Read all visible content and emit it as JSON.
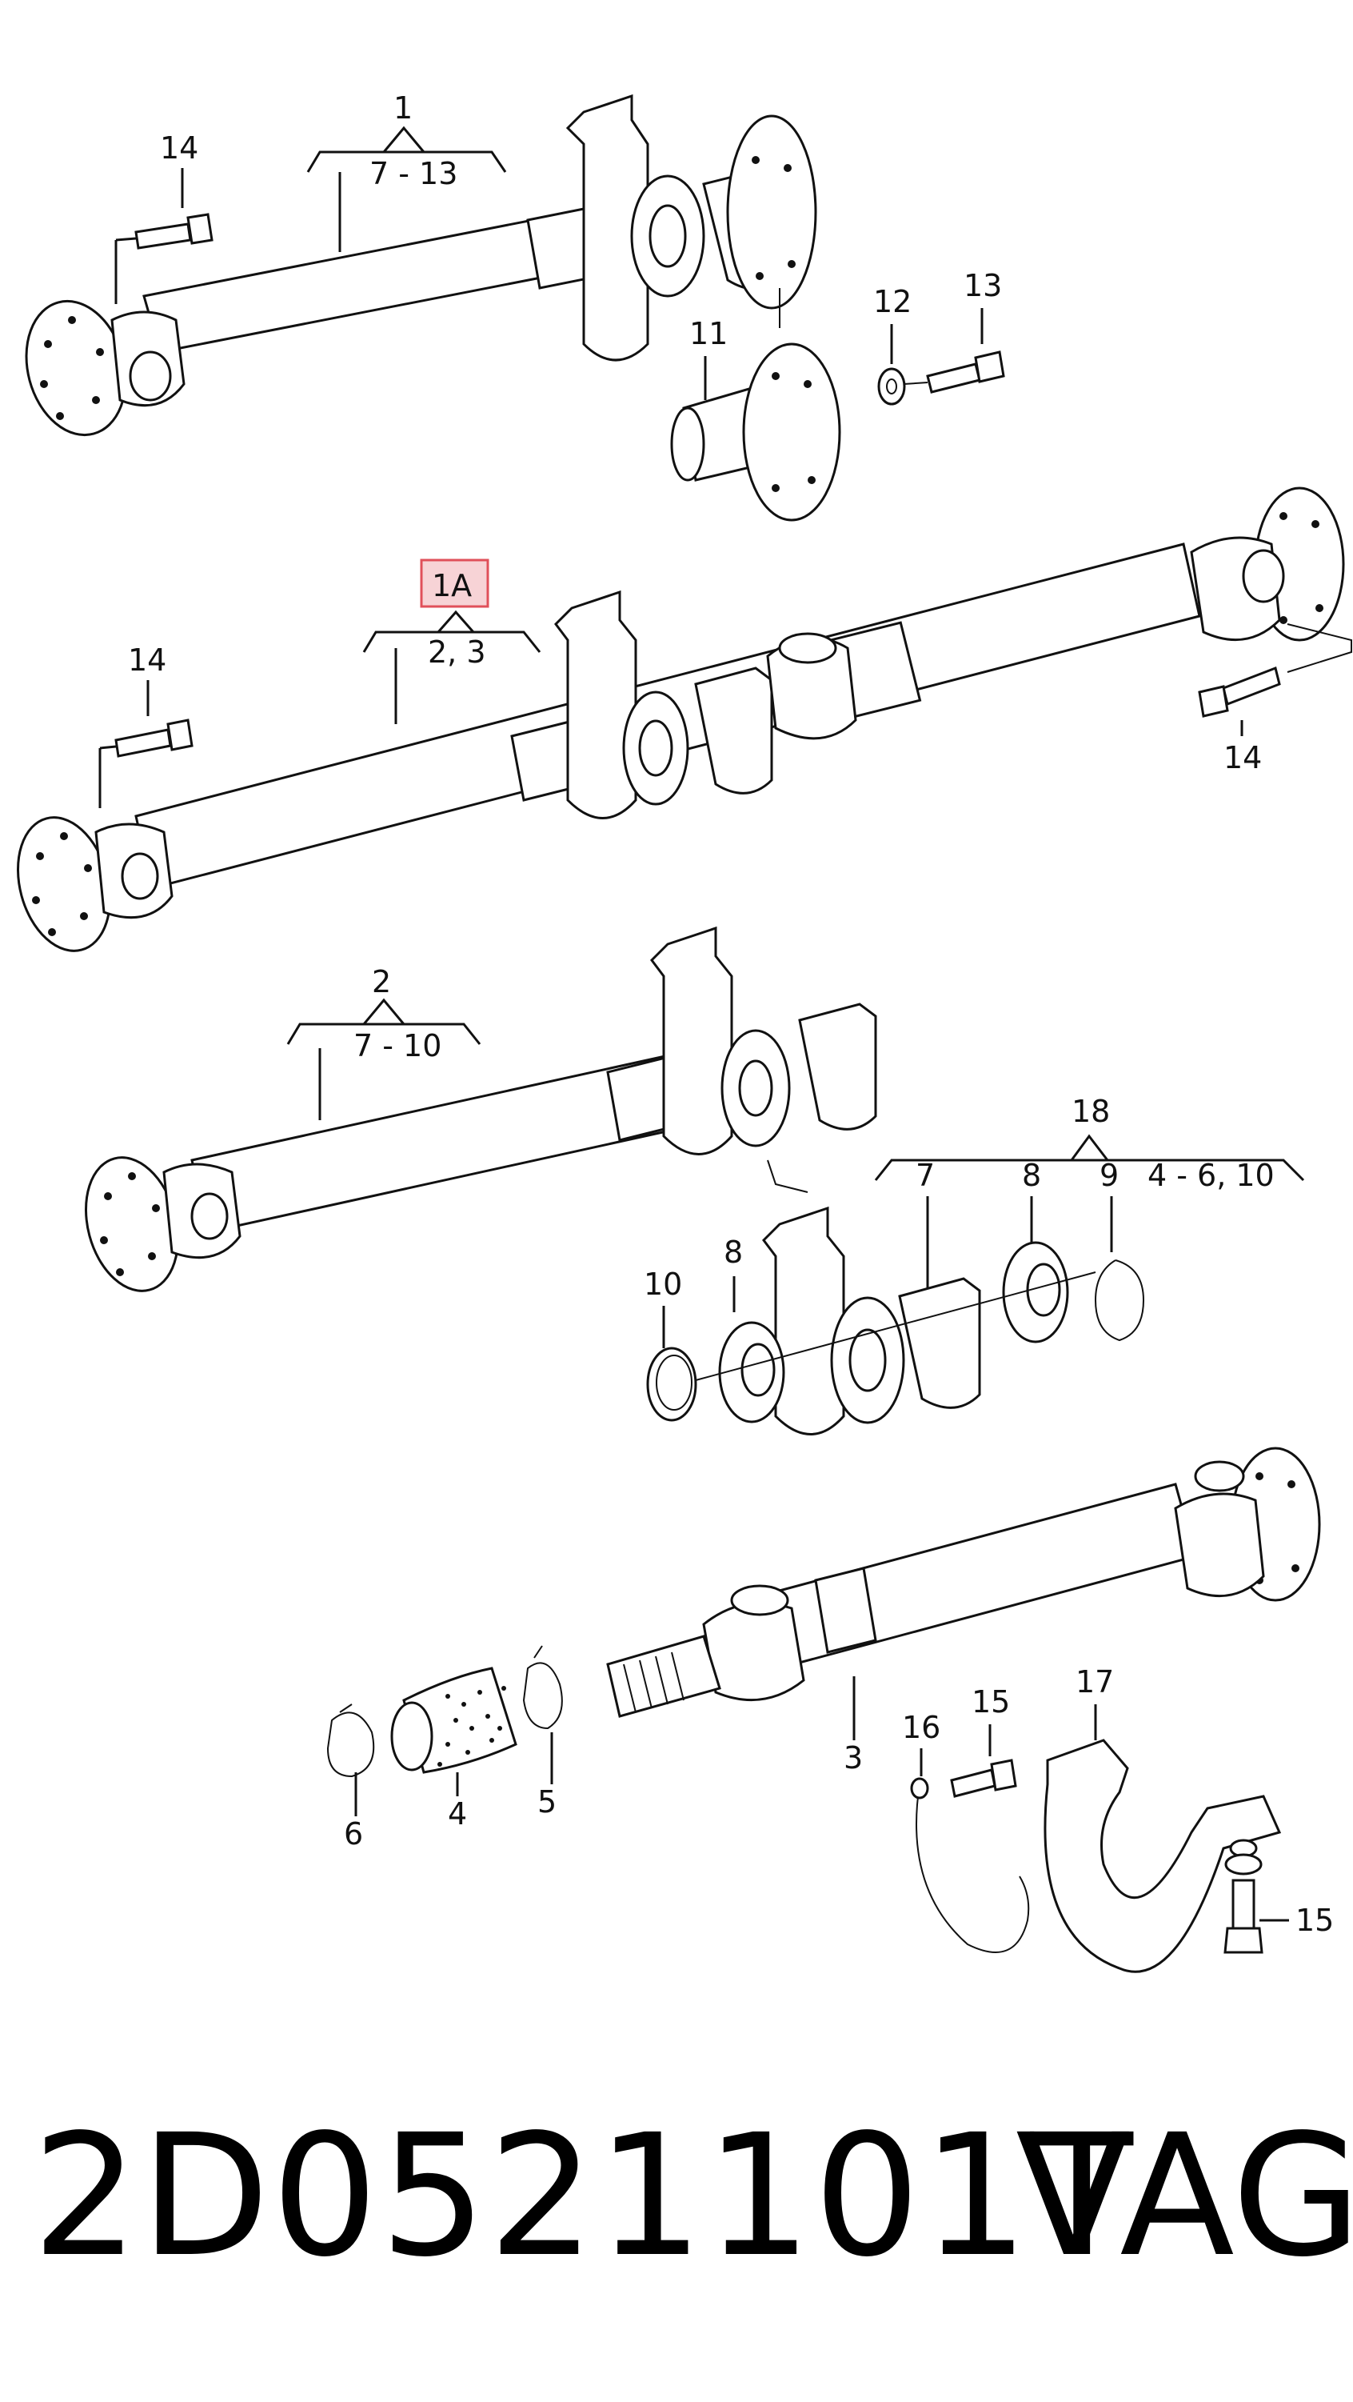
{
  "diagram": {
    "labels": {
      "assy1_num": "1",
      "assy1_range": "7 - 13",
      "assy1A_num": "1A",
      "assy1A_range": "2,  3",
      "assy2_num": "2",
      "assy2_range": "7 - 10",
      "assy18_num": "18",
      "p14_a": "14",
      "p14_b": "14",
      "p14_c": "14",
      "p11": "11",
      "p12": "12",
      "p13": "13",
      "p7": "7",
      "p8_a": "8",
      "p8_b": "8",
      "p9": "9",
      "p4_6_10": "4 - 6, 10",
      "p10": "10",
      "p3": "3",
      "p4": "4",
      "p5": "5",
      "p6": "6",
      "p15_a": "15",
      "p15_b": "15",
      "p16": "16",
      "p17": "17"
    },
    "highlight_color": "#e0505a"
  },
  "footer": {
    "part_number": "2D0521101T",
    "brand": "VAG"
  }
}
